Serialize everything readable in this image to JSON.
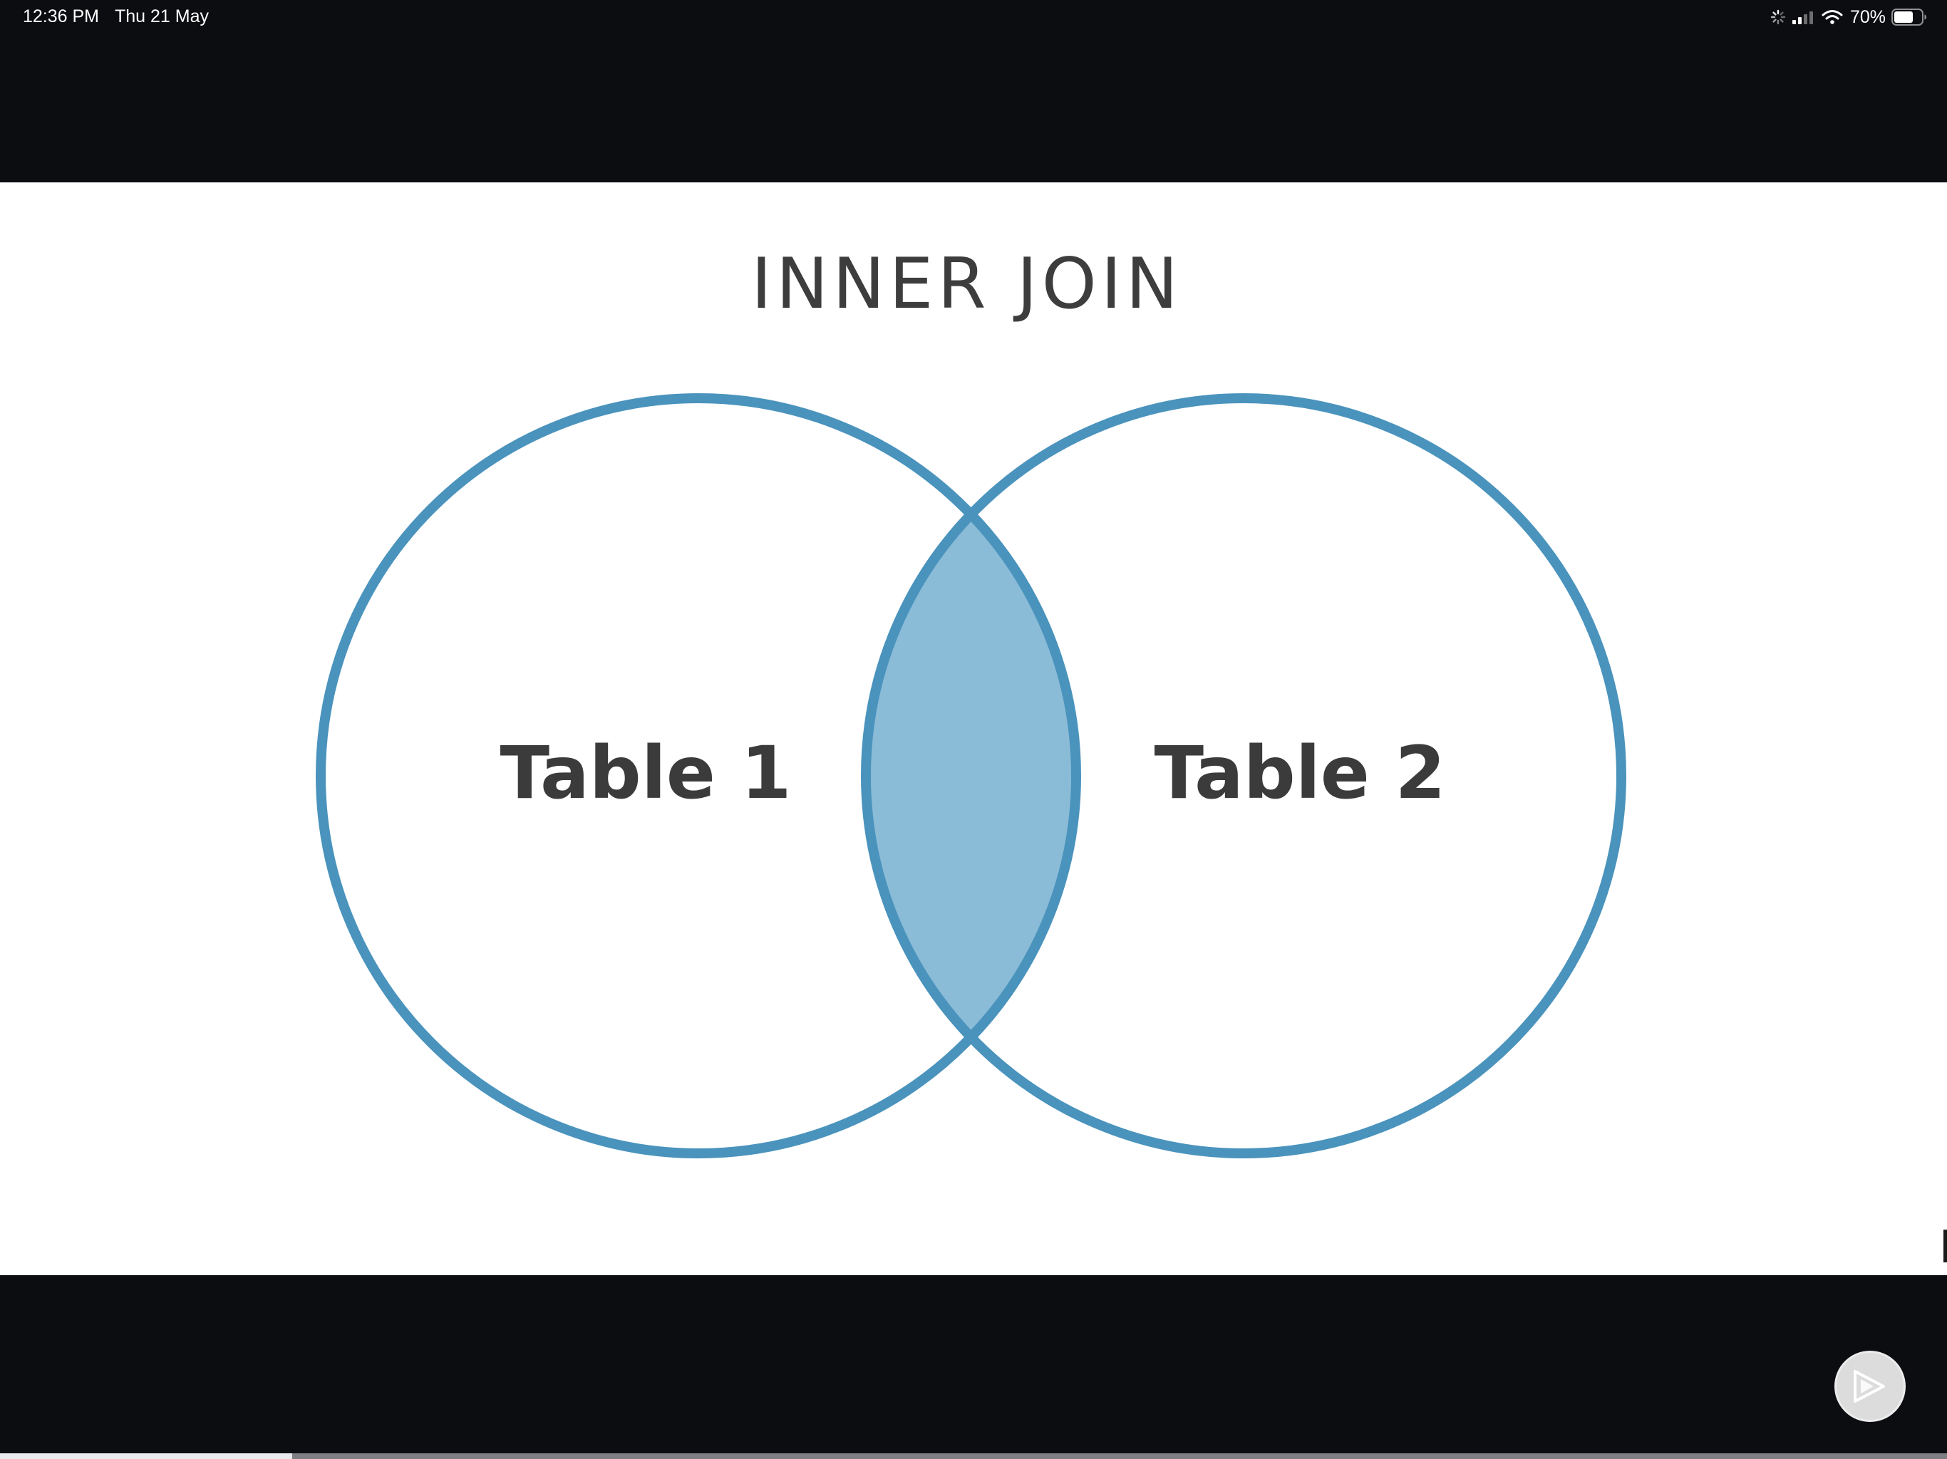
{
  "status_bar": {
    "time": "12:36 PM",
    "date": "Thu 21 May",
    "battery_percent": "70%",
    "battery_level": 0.7,
    "icons": [
      "activity-icon",
      "cellular-signal-icon",
      "wifi-icon",
      "battery-icon"
    ]
  },
  "slide": {
    "title": "INNER JOIN",
    "left_circle_label": "Table 1",
    "right_circle_label": "Table 2",
    "colors": {
      "circle_stroke": "#4a93bd",
      "intersection_fill": "#8bbcd7",
      "text": "#3b3b3b"
    },
    "play_button_icon": "play-logo-icon"
  },
  "playback": {
    "progress": 0.15
  }
}
